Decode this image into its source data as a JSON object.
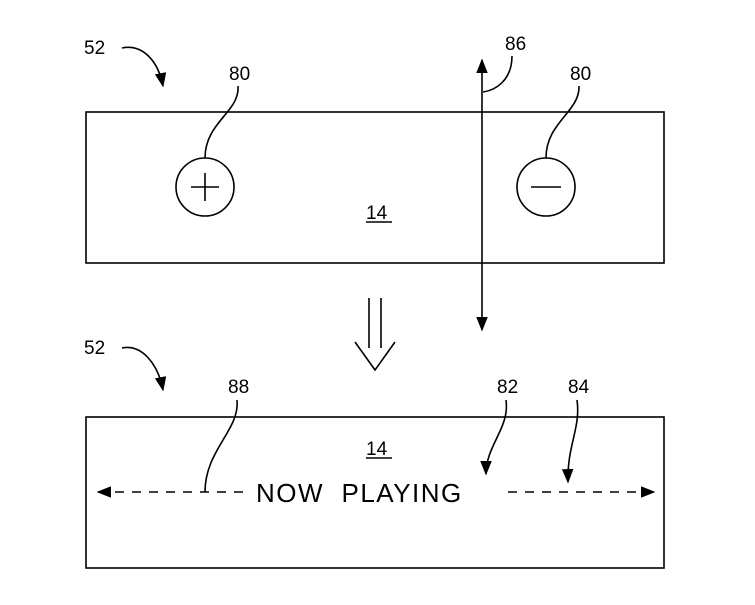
{
  "top_panel": {
    "panel_ref": "52",
    "button_ref_left": "80",
    "button_ref_right": "80",
    "axis_ref": "86",
    "screen_ref": "14",
    "plus_icon": "plus-icon",
    "minus_icon": "minus-icon"
  },
  "transition": {
    "icon": "double-arrow-down-icon"
  },
  "bottom_panel": {
    "panel_ref": "52",
    "screen_ref": "14",
    "track_ref": "88",
    "text_ref": "82",
    "dash_ref": "84",
    "now_playing_text": "NOW  PLAYING"
  }
}
